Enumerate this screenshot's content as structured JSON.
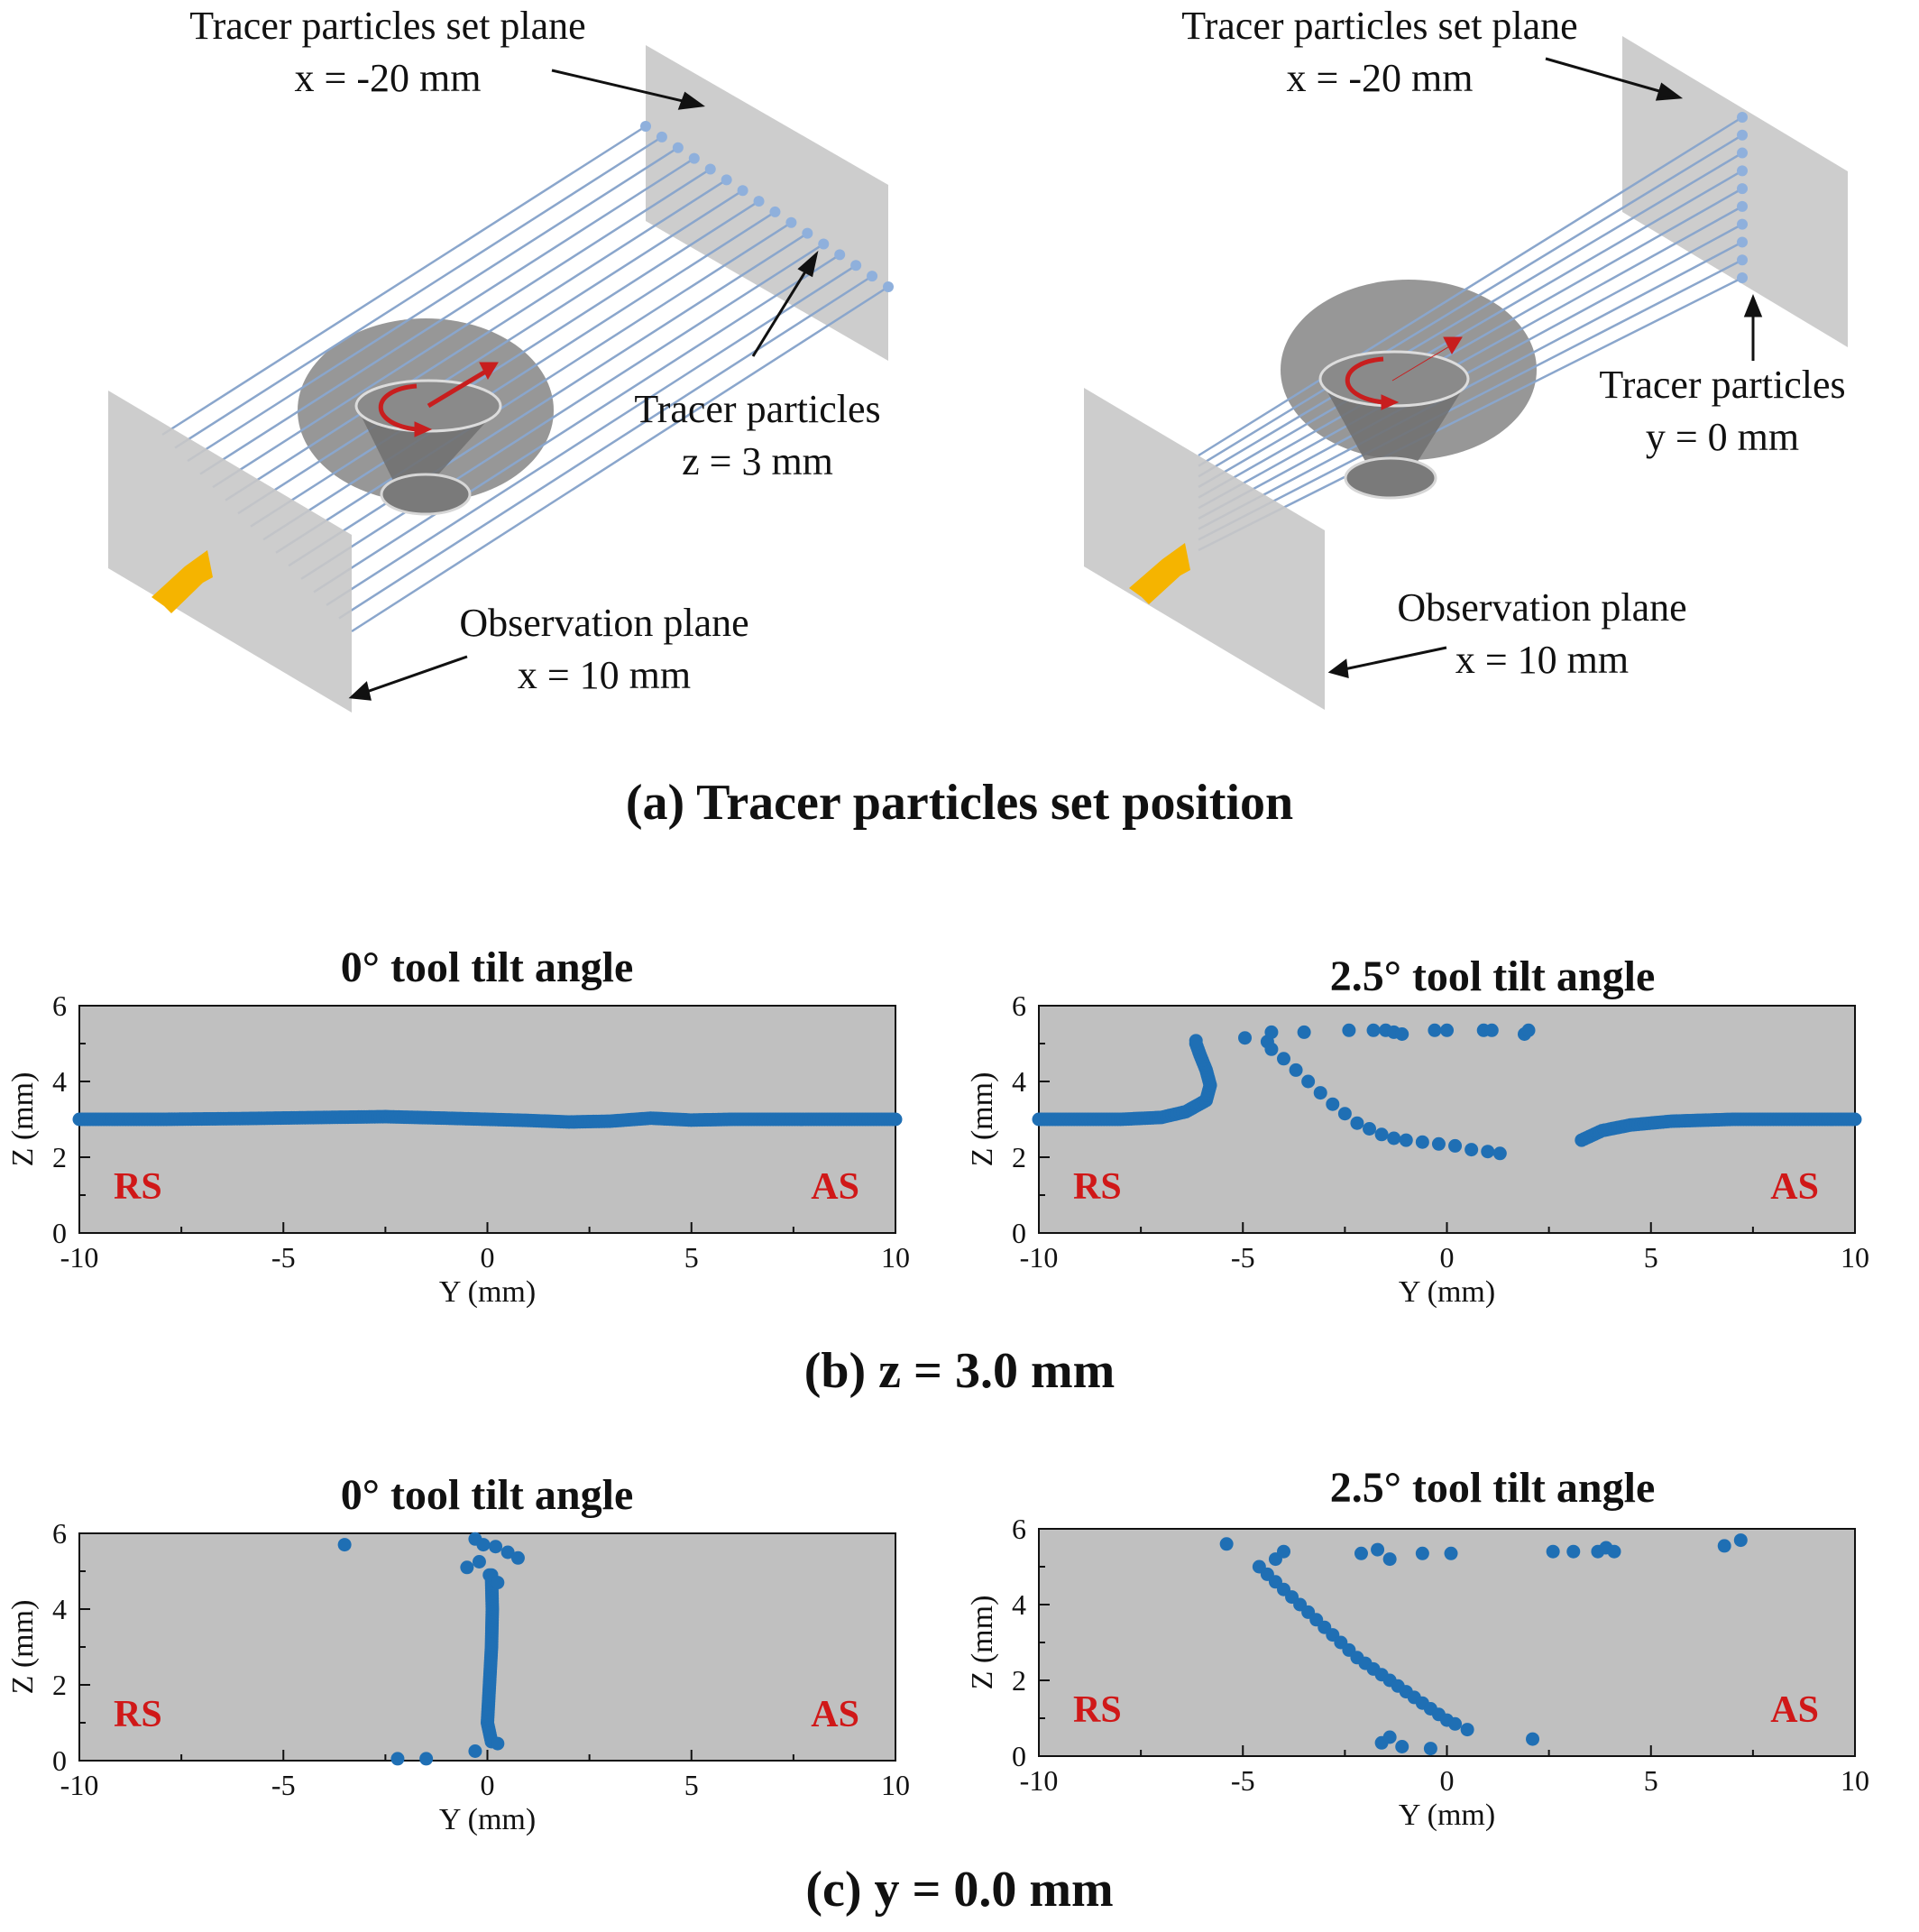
{
  "diagram_a": {
    "left": {
      "set_plane_title": "Tracer particles set plane",
      "set_plane_pos": "x = -20 mm",
      "tracer_title": "Tracer particles",
      "tracer_pos": "z = 3 mm",
      "obs_title": "Observation plane",
      "obs_pos": "x = 10 mm"
    },
    "right": {
      "set_plane_title": "Tracer particles set plane",
      "set_plane_pos": "x = -20 mm",
      "tracer_title": "Tracer particles",
      "tracer_pos": "y = 0 mm",
      "obs_title": "Observation plane",
      "obs_pos": "x = 10 mm"
    },
    "colors": {
      "plane": "#c8c8c8",
      "particle": "#8fb0dc",
      "streamline": "#8aa6cc",
      "arrow_red": "#c81e1e",
      "flow_arrow": "#f5b400"
    }
  },
  "captions": {
    "a": "(a)  Tracer particles set position",
    "b": "(b)  z = 3.0 mm",
    "c": "(c)  y = 0.0 mm"
  },
  "chart_data": [
    {
      "type": "scatter",
      "title": "0° tool tilt angle",
      "xlabel": "Y (mm)",
      "ylabel": "Z (mm)",
      "xlim": [
        -10,
        10
      ],
      "ylim": [
        0,
        6
      ],
      "xticks": [
        "-10",
        "-5",
        "0",
        "5",
        "10"
      ],
      "yticks": [
        "0",
        "2",
        "4",
        "6"
      ],
      "left_side_label": "RS",
      "right_side_label": "AS",
      "line_points": [
        [
          -10,
          3.0
        ],
        [
          -8,
          3.0
        ],
        [
          -6,
          3.02
        ],
        [
          -4,
          3.05
        ],
        [
          -2.5,
          3.07
        ],
        [
          -1,
          3.03
        ],
        [
          0,
          3.0
        ],
        [
          1,
          2.97
        ],
        [
          2,
          2.93
        ],
        [
          3,
          2.95
        ],
        [
          4,
          3.03
        ],
        [
          5,
          2.98
        ],
        [
          6,
          3.0
        ],
        [
          8,
          3.0
        ],
        [
          10,
          3.0
        ]
      ],
      "points": []
    },
    {
      "type": "scatter",
      "title": "2.5° tool tilt angle",
      "xlabel": "Y (mm)",
      "ylabel": "Z (mm)",
      "xlim": [
        -10,
        10
      ],
      "ylim": [
        0,
        6
      ],
      "xticks": [
        "-10",
        "-5",
        "0",
        "5",
        "10"
      ],
      "yticks": [
        "0",
        "2",
        "4",
        "6"
      ],
      "left_side_label": "RS",
      "right_side_label": "AS",
      "line_points": [
        [
          -10,
          3.0
        ],
        [
          -8,
          3.0
        ],
        [
          -7,
          3.05
        ],
        [
          -6.4,
          3.2
        ],
        [
          -5.9,
          3.5
        ],
        [
          -5.8,
          3.9
        ],
        [
          -5.9,
          4.3
        ],
        [
          -6.05,
          4.7
        ],
        [
          -6.15,
          5.0
        ],
        [
          -6.15,
          5.15
        ],
        [
          3.3,
          2.45
        ],
        [
          3.8,
          2.7
        ],
        [
          4.5,
          2.85
        ],
        [
          5.5,
          2.95
        ],
        [
          7,
          3.0
        ],
        [
          10,
          3.0
        ]
      ],
      "points": [
        [
          -4.95,
          5.15
        ],
        [
          -4.4,
          5.05
        ],
        [
          -4.3,
          4.85
        ],
        [
          -4.0,
          4.6
        ],
        [
          -3.7,
          4.3
        ],
        [
          -3.4,
          4.0
        ],
        [
          -3.1,
          3.7
        ],
        [
          -2.8,
          3.4
        ],
        [
          -2.5,
          3.15
        ],
        [
          -2.2,
          2.9
        ],
        [
          -1.9,
          2.75
        ],
        [
          -1.6,
          2.6
        ],
        [
          -1.3,
          2.5
        ],
        [
          -1.0,
          2.45
        ],
        [
          -0.6,
          2.4
        ],
        [
          -0.2,
          2.35
        ],
        [
          0.2,
          2.3
        ],
        [
          0.6,
          2.2
        ],
        [
          1.0,
          2.15
        ],
        [
          1.3,
          2.1
        ],
        [
          -4.3,
          5.3
        ],
        [
          -3.5,
          5.3
        ],
        [
          -2.4,
          5.35
        ],
        [
          -1.8,
          5.35
        ],
        [
          -1.5,
          5.35
        ],
        [
          -1.3,
          5.3
        ],
        [
          -1.1,
          5.25
        ],
        [
          -0.3,
          5.35
        ],
        [
          0.0,
          5.35
        ],
        [
          0.9,
          5.35
        ],
        [
          1.1,
          5.35
        ],
        [
          1.9,
          5.25
        ],
        [
          2.0,
          5.35
        ]
      ]
    },
    {
      "type": "scatter",
      "title": "0° tool tilt angle",
      "xlabel": "Y (mm)",
      "ylabel": "Z (mm)",
      "xlim": [
        -10,
        10
      ],
      "ylim": [
        0,
        6
      ],
      "xticks": [
        "-10",
        "-5",
        "0",
        "5",
        "10"
      ],
      "yticks": [
        "0",
        "2",
        "4",
        "6"
      ],
      "left_side_label": "RS",
      "right_side_label": "AS",
      "line_points": [
        [
          0.1,
          4.9
        ],
        [
          0.12,
          4.0
        ],
        [
          0.1,
          3.0
        ],
        [
          0.05,
          2.0
        ],
        [
          0.0,
          1.0
        ],
        [
          0.1,
          0.5
        ]
      ],
      "points": [
        [
          -3.5,
          5.7
        ],
        [
          -0.3,
          5.85
        ],
        [
          -0.1,
          5.7
        ],
        [
          0.2,
          5.65
        ],
        [
          0.5,
          5.5
        ],
        [
          0.75,
          5.35
        ],
        [
          -0.5,
          5.1
        ],
        [
          -0.2,
          5.25
        ],
        [
          0.05,
          4.9
        ],
        [
          0.25,
          4.7
        ],
        [
          0.25,
          0.45
        ],
        [
          -0.3,
          0.25
        ],
        [
          -2.2,
          0.05
        ],
        [
          -1.5,
          0.05
        ]
      ]
    },
    {
      "type": "scatter",
      "title": "2.5° tool tilt angle",
      "xlabel": "Y (mm)",
      "ylabel": "Z (mm)",
      "xlim": [
        -10,
        10
      ],
      "ylim": [
        0,
        6
      ],
      "xticks": [
        "-10",
        "-5",
        "0",
        "5",
        "10"
      ],
      "yticks": [
        "0",
        "2",
        "4",
        "6"
      ],
      "left_side_label": "RS",
      "right_side_label": "AS",
      "line_points": [],
      "points": [
        [
          -5.4,
          5.6
        ],
        [
          -4.6,
          5.0
        ],
        [
          -4.4,
          4.8
        ],
        [
          -4.2,
          4.6
        ],
        [
          -4.0,
          4.4
        ],
        [
          -3.8,
          4.2
        ],
        [
          -3.6,
          4.0
        ],
        [
          -3.4,
          3.8
        ],
        [
          -3.2,
          3.6
        ],
        [
          -3.0,
          3.4
        ],
        [
          -2.8,
          3.2
        ],
        [
          -2.6,
          3.0
        ],
        [
          -2.4,
          2.8
        ],
        [
          -2.2,
          2.6
        ],
        [
          -2.0,
          2.45
        ],
        [
          -1.8,
          2.3
        ],
        [
          -1.6,
          2.15
        ],
        [
          -1.4,
          2.0
        ],
        [
          -1.2,
          1.85
        ],
        [
          -1.0,
          1.7
        ],
        [
          -0.8,
          1.55
        ],
        [
          -0.6,
          1.4
        ],
        [
          -0.4,
          1.25
        ],
        [
          -0.2,
          1.1
        ],
        [
          0.0,
          0.95
        ],
        [
          0.2,
          0.85
        ],
        [
          0.5,
          0.7
        ],
        [
          -4.2,
          5.2
        ],
        [
          -4.0,
          5.4
        ],
        [
          -2.1,
          5.35
        ],
        [
          -1.7,
          5.45
        ],
        [
          -1.4,
          5.2
        ],
        [
          -0.6,
          5.35
        ],
        [
          0.1,
          5.35
        ],
        [
          2.6,
          5.4
        ],
        [
          3.1,
          5.4
        ],
        [
          3.7,
          5.4
        ],
        [
          3.9,
          5.5
        ],
        [
          4.1,
          5.4
        ],
        [
          6.8,
          5.55
        ],
        [
          7.2,
          5.7
        ],
        [
          -1.6,
          0.35
        ],
        [
          -1.4,
          0.5
        ],
        [
          -1.1,
          0.25
        ],
        [
          -0.4,
          0.2
        ],
        [
          2.1,
          0.45
        ]
      ]
    }
  ]
}
